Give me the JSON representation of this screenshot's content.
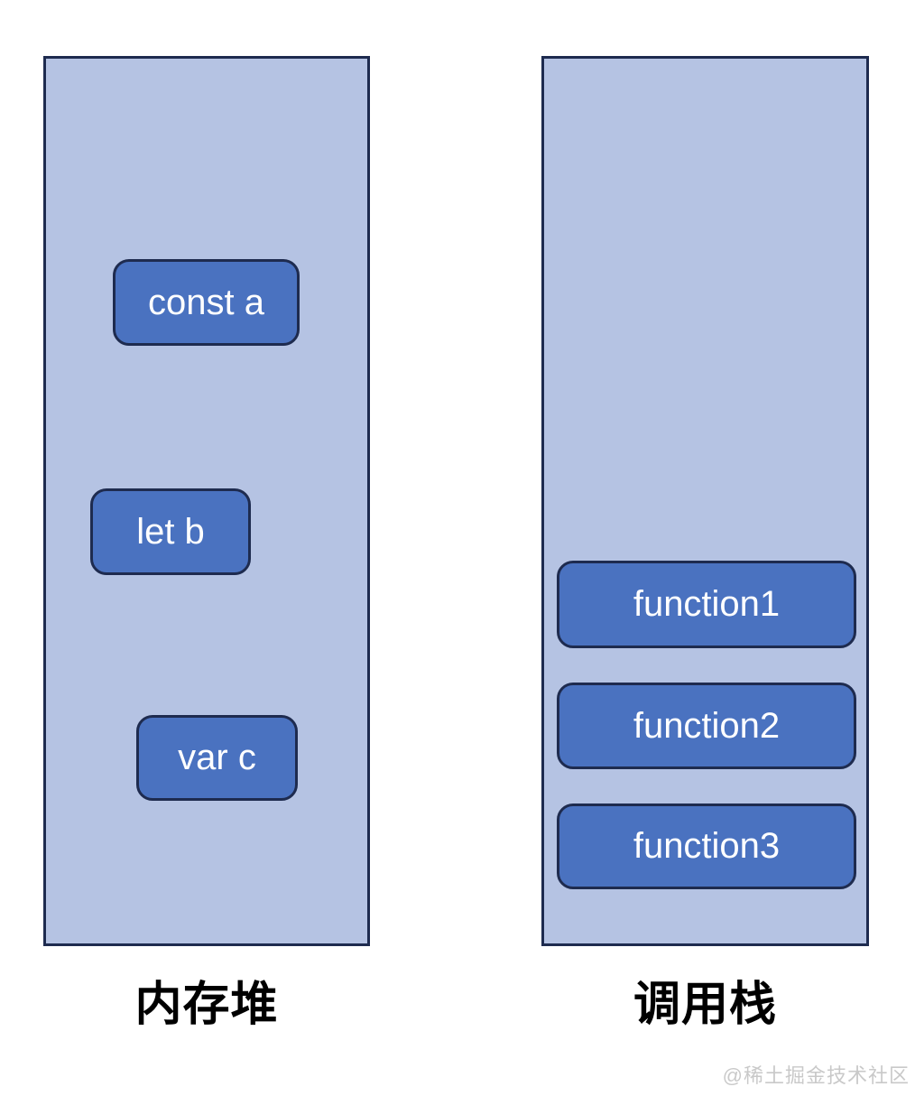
{
  "diagram": {
    "heap": {
      "label": "内存堆",
      "items": [
        "const a",
        "let b",
        "var c"
      ]
    },
    "stack": {
      "label": "调用栈",
      "items": [
        "function1",
        "function2",
        "function3"
      ]
    }
  },
  "watermark": "@稀土掘金技术社区",
  "colors": {
    "panel_fill": "#b5c3e3",
    "box_fill": "#4a72c0",
    "border": "#1e2b4f",
    "box_text": "#ffffff",
    "label_text": "#000000",
    "watermark_text": "#c9c9c9"
  }
}
